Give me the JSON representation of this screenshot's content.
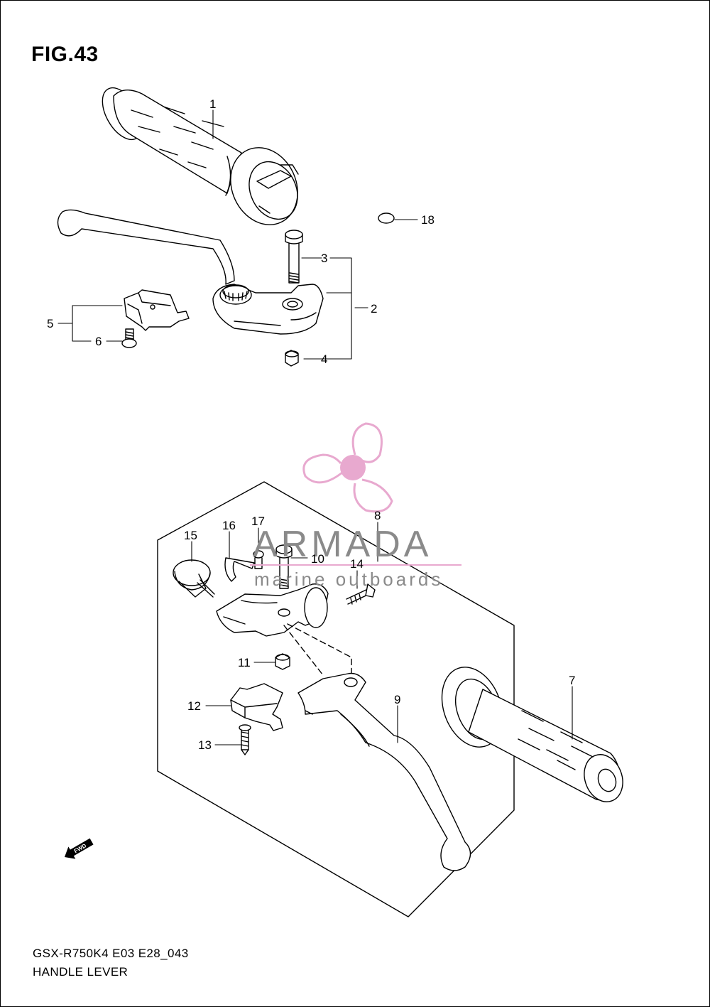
{
  "figure": {
    "title": "FIG.43",
    "model_line": "GSX-R750K4 E03 E28_043",
    "section_name": "HANDLE LEVER"
  },
  "callouts": {
    "c1": "1",
    "c2": "2",
    "c3": "3",
    "c4": "4",
    "c5": "5",
    "c6": "6",
    "c7": "7",
    "c8": "8",
    "c9": "9",
    "c10": "10",
    "c11": "11",
    "c12": "12",
    "c13": "13",
    "c14": "14",
    "c15": "15",
    "c16": "16",
    "c17": "17",
    "c18": "18"
  },
  "watermark": {
    "brand": "ARMADA",
    "tagline": "marine outboards",
    "logo_color": "#e8a9cf"
  },
  "direction_marker": {
    "label": "FWD"
  },
  "colors": {
    "line": "#000000",
    "watermark_text": "#8a8a8a",
    "watermark_logo": "#e8a9cf"
  }
}
